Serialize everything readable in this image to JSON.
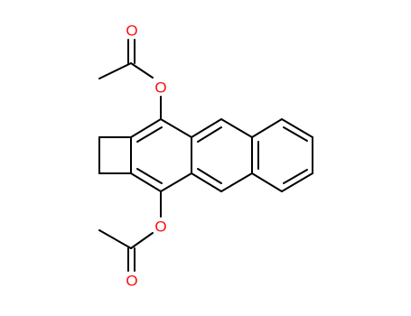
{
  "molecule": {
    "atoms": {
      "o_top_ester": {
        "symbol": "O",
        "color": "#ff0d0d"
      },
      "o_top_carbonyl": {
        "symbol": "O",
        "color": "#ff0d0d"
      },
      "o_bottom_ester": {
        "symbol": "O",
        "color": "#ff0d0d"
      },
      "o_bottom_carbonyl": {
        "symbol": "O",
        "color": "#ff0d0d"
      }
    },
    "colors": {
      "bond": "#000000",
      "background": "#ffffff"
    }
  }
}
